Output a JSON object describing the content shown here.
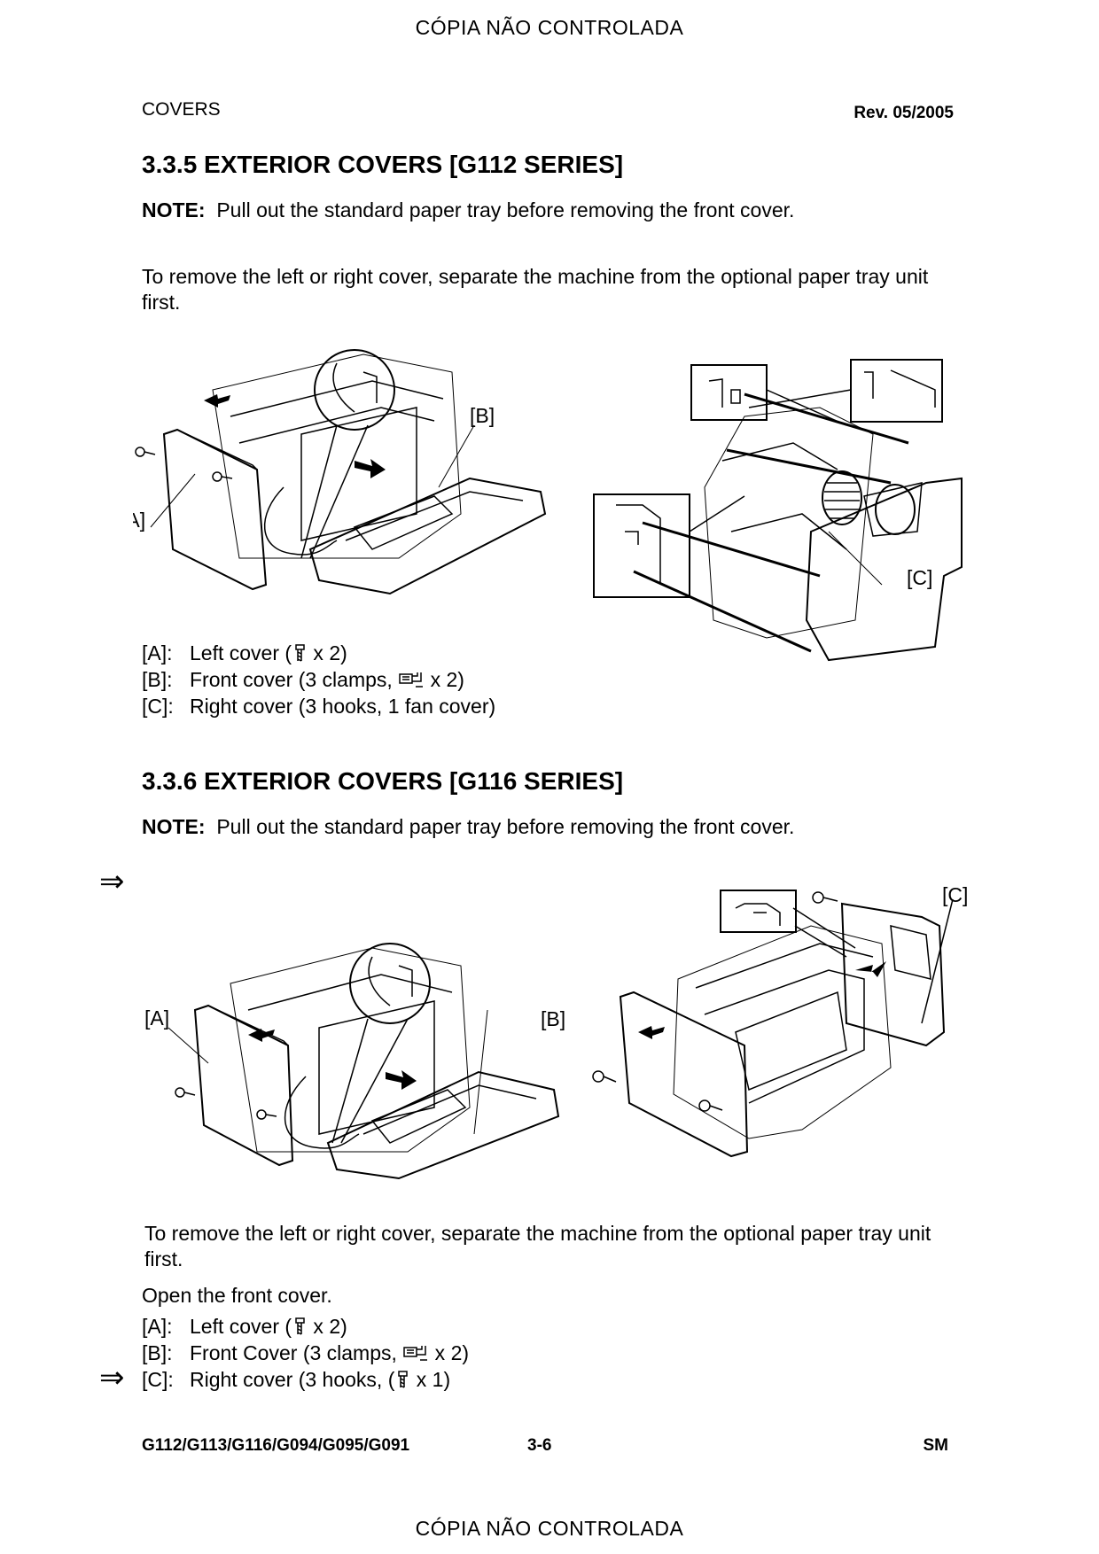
{
  "watermark": {
    "top": "CÓPIA NÃO CONTROLADA",
    "bottom": "CÓPIA NÃO CONTROLADA"
  },
  "header": {
    "section": "COVERS",
    "revision": "Rev. 05/2005"
  },
  "section1": {
    "title": "3.3.5  EXTERIOR COVERS [G112 SERIES]",
    "note_label": "NOTE:",
    "note_text": "Pull out the standard paper tray before removing the front cover.",
    "paragraph": "To remove the left or right cover, separate the machine from the optional paper tray unit first.",
    "figure_labels": {
      "a": "[A]",
      "b": "[B]",
      "c": "[C]"
    },
    "items": [
      {
        "tag": "[A]:",
        "pre": "Left cover (",
        "post": " x 2)"
      },
      {
        "tag": "[B]:",
        "pre": "Front cover (3 clamps, ",
        "post": " x 2)"
      },
      {
        "tag": "[C]:",
        "text": "Right cover (3 hooks, 1 fan cover)"
      }
    ]
  },
  "section2": {
    "title": "3.3.6  EXTERIOR COVERS [G116 SERIES]",
    "note_label": "NOTE:",
    "note_text": "Pull out the standard paper tray before removing the front cover.",
    "change_mark": "⇒",
    "figure_labels": {
      "a": "[A]",
      "b": "[B]",
      "c": "[C]"
    },
    "paragraph": "To remove the left or right cover, separate the machine from the optional paper tray unit first.",
    "open": "Open the front cover.",
    "items": [
      {
        "tag": "[A]:",
        "pre": "Left cover (",
        "post": " x 2)"
      },
      {
        "tag": "[B]:",
        "pre": "Front Cover (3 clamps, ",
        "post": " x 2)"
      },
      {
        "tag": "[C]:",
        "pre": "Right cover (3 hooks, (",
        "post": " x 1)"
      }
    ]
  },
  "footer": {
    "models": "G112/G113/G116/G094/G095/G091",
    "page": "3-6",
    "manual": "SM"
  },
  "icons": [
    "screw-icon",
    "harness-connector-icon",
    "change-arrow-icon"
  ]
}
